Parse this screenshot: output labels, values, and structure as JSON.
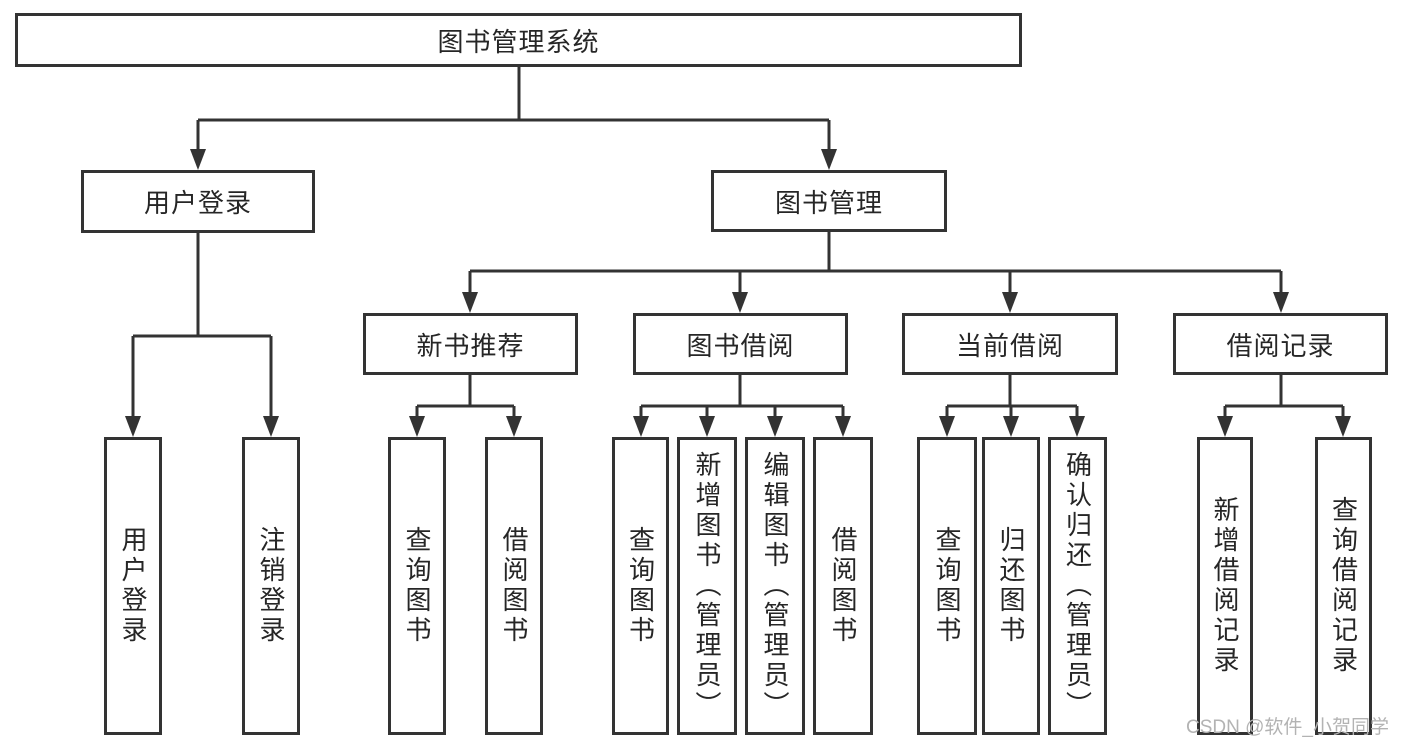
{
  "diagram": {
    "nodes": {
      "root": "图书管理系统",
      "user_login": "用户登录",
      "book_mgmt": "图书管理",
      "new_book_rec": "新书推荐",
      "book_borrow": "图书借阅",
      "current_borrow": "当前借阅",
      "borrow_records": "借阅记录"
    },
    "leaves": {
      "user_login": [
        "用户登录",
        "注销登录"
      ],
      "new_book_rec": [
        "查询图书",
        "借阅图书"
      ],
      "book_borrow": [
        "查询图书",
        "新增图书（管理员）",
        "编辑图书（管理员）",
        "借阅图书"
      ],
      "current_borrow": [
        "查询图书",
        "归还图书",
        "确认归还（管理员）"
      ],
      "borrow_records": [
        "新增借阅记录",
        "查询借阅记录"
      ]
    },
    "colors": {
      "line": "#333333",
      "text": "#262626",
      "box_background": "#ffffff",
      "watermark": "#b3b3b3"
    }
  },
  "watermark": {
    "text": "CSDN @软件_小贺同学"
  }
}
